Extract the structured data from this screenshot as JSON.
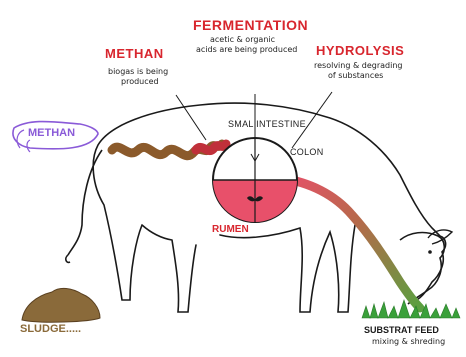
{
  "labels": {
    "fermentation": "FERMENTATION",
    "fermentation_note_line1": "acetic & organic",
    "fermentation_note_line2": "acids are being produced",
    "methan_top": "METHAN",
    "methan_note_line1": "biogas is being",
    "methan_note_line2": "produced",
    "hydrolysis": "HYDROLYSIS",
    "hydrolysis_note_line1": "resolving & degrading",
    "hydrolysis_note_line2": "of substances",
    "methan_left": "METHAN",
    "small_intestine": "SMAL INTESTINE",
    "colon": "COLON",
    "rumen": "RUMEN",
    "sludge": "SLUDGE.....",
    "substrat_feed": "SUBSTRAT FEED",
    "mixing_shredding": "mixing & shreding"
  },
  "colors": {
    "heading_red": "#d8262e",
    "methan_purple": "#8a5ad8",
    "rumen_pink": "#e8506a",
    "intestine_brown": "#8b5a2b",
    "grass_green": "#3aa03a",
    "sludge_brown": "#8a6a3a"
  }
}
